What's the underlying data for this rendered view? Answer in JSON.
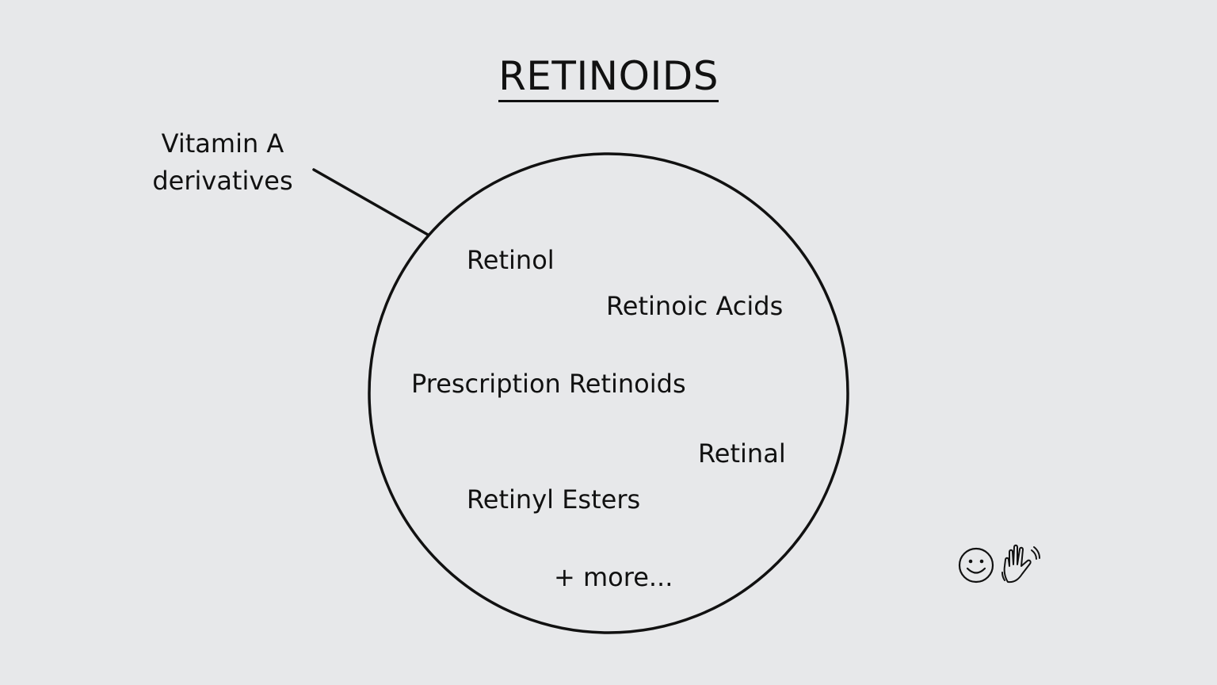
{
  "title": "RETINOIDS",
  "callout": {
    "line1": "Vitamin A",
    "line2": "derivatives"
  },
  "items": [
    "Retinol",
    "Retinoic Acids",
    "Prescription Retinoids",
    "Retinal",
    "Retinyl Esters",
    "+ more..."
  ],
  "icons": [
    "smiley-face-icon",
    "waving-hand-icon"
  ],
  "colors": {
    "background": "#e7e8ea",
    "ink": "#111111"
  }
}
